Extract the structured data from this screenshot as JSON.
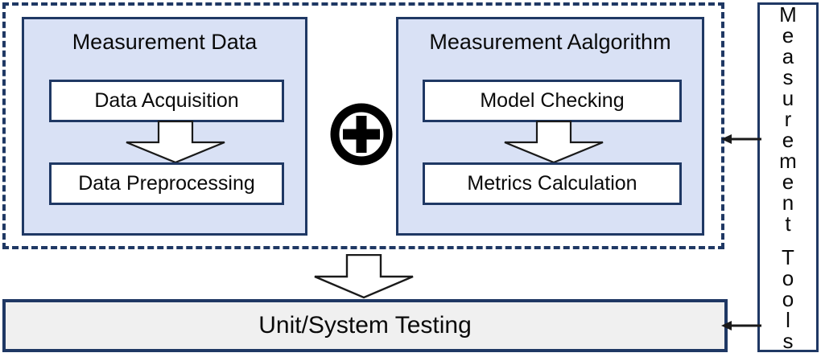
{
  "diagram": {
    "type": "block-flow-diagram",
    "colors": {
      "panel_fill": "#D9E1F5",
      "border_navy": "#1F3864",
      "bottom_bar_fill": "#F0F0F0",
      "arrow_outline": "#1a1a1a",
      "text": "#0a0a0a",
      "background": "#FFFFFF"
    },
    "dashed_boundary": {
      "name": "measurement-framework-boundary",
      "style": "dashed"
    },
    "groups": [
      {
        "id": "measurement-data",
        "title": "Measurement Data",
        "steps": [
          {
            "id": "data-acquisition",
            "label": "Data Acquisition"
          },
          {
            "id": "data-preprocessing",
            "label": "Data Preprocessing"
          }
        ],
        "internal_arrow": "down"
      },
      {
        "id": "measurement-algorithm",
        "title": "Measurement Aalgorithm",
        "steps": [
          {
            "id": "model-checking",
            "label": "Model Checking"
          },
          {
            "id": "metrics-calculation",
            "label": "Metrics Calculation"
          }
        ],
        "internal_arrow": "down"
      }
    ],
    "operator": {
      "id": "plus-operator",
      "symbol": "+",
      "shape": "circled-plus",
      "between": [
        "measurement-data",
        "measurement-algorithm"
      ]
    },
    "output": {
      "id": "unit-system-testing",
      "label": "Unit/System Testing"
    },
    "side_panel": {
      "id": "measurement-tools",
      "label": "Measurement Tools",
      "orientation": "vertical-stacked-letters",
      "letters": [
        "M",
        "e",
        "a",
        "s",
        "u",
        "r",
        "e",
        "m",
        "e",
        "n",
        "t",
        " ",
        "T",
        "o",
        "o",
        "l",
        "s"
      ]
    },
    "connectors": [
      {
        "id": "tools-to-framework",
        "from": "measurement-tools",
        "to": "measurement-framework-boundary",
        "direction": "left"
      },
      {
        "id": "tools-to-testing",
        "from": "measurement-tools",
        "to": "unit-system-testing",
        "direction": "left"
      },
      {
        "id": "framework-to-testing",
        "from": "measurement-framework-boundary",
        "to": "unit-system-testing",
        "direction": "down"
      }
    ]
  }
}
